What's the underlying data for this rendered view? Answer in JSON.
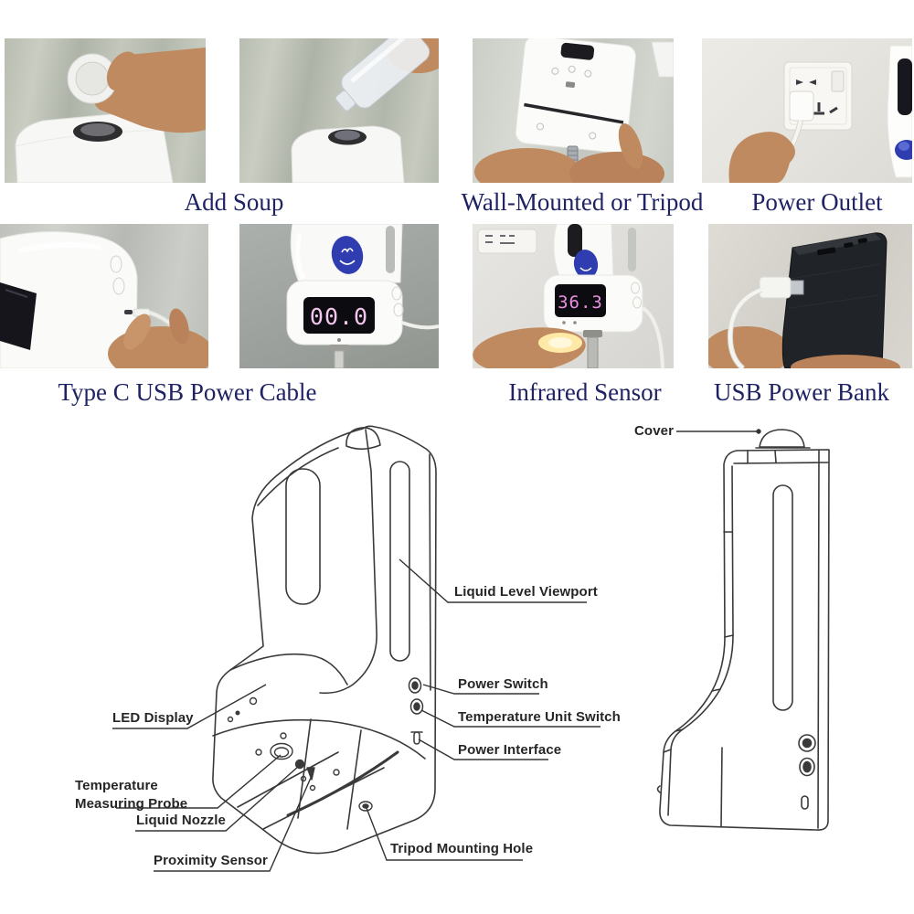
{
  "product_gallery": {
    "captions": {
      "add_soup": "Add Soup",
      "wall_mounted_or_tripod": "Wall-Mounted or Tripod",
      "power_outlet": "Power Outlet",
      "type_c_usb_power_cable": "Type C USB Power Cable",
      "infrared_sensor": "Infrared Sensor",
      "usb_power_bank": "USB Power Bank"
    },
    "device_display_readings": {
      "idle": "00.0",
      "measuring": "36.3"
    }
  },
  "diagram": {
    "labels": {
      "cover": "Cover",
      "liquid_level_viewport": "Liquid Level Viewport",
      "power_switch": "Power Switch",
      "temperature_unit_switch": "Temperature Unit Switch",
      "power_interface": "Power Interface",
      "led_display": "LED Display",
      "temperature_measuring_probe": "Temperature Measuring Probe",
      "liquid_nozzle": "Liquid Nozzle",
      "proximity_sensor": "Proximity Sensor",
      "tripod_mounting_hole": "Tripod Mounting Hole"
    }
  },
  "colors": {
    "caption_text": "#1f2263",
    "diagram_label_text": "#262626",
    "diagram_line": "#3a3a3a",
    "brand_badge_blue": "#2f3db0",
    "led_digits_pink": "#f0a6e4"
  }
}
